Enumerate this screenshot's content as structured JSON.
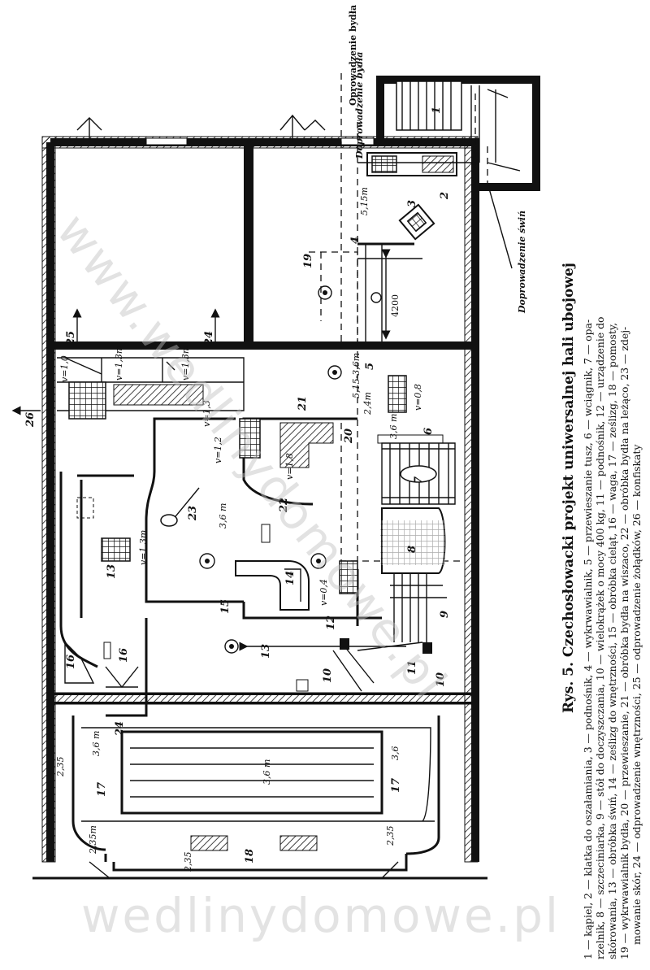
{
  "labels": {
    "stun": "Oprowadzenie bydła",
    "stun_top": "Doprowadzenie bydła",
    "pigs": "Doprowadzenie świń",
    "n1": "1",
    "n2": "2",
    "n3": "3",
    "n4": "4",
    "n5": "5",
    "n6": "6",
    "n7": "7",
    "n8": "8",
    "n9": "9",
    "n10a": "10",
    "n10b": "10",
    "n11": "11",
    "n12": "12",
    "n13a": "13",
    "n13b": "13",
    "n14": "14",
    "n15": "15",
    "n16a": "16",
    "n16b": "16",
    "n17a": "17",
    "n17b": "17",
    "n18": "18",
    "n19": "19",
    "n20": "20",
    "n21": "21",
    "n22": "22",
    "n23": "23",
    "n24a": "24",
    "n24b": "24",
    "n25": "25",
    "n26": "26",
    "h515": "5,15m",
    "h515_36": "5,15-3,6m",
    "h24": "2,4m",
    "h36a": "3,6 m",
    "h36b": "3,6 m",
    "h36c": "3,6 m",
    "h36d": "3,6 m",
    "h36e": "3,6",
    "h235a": "2,35",
    "h235b": "2,35m",
    "h235c": "2,35",
    "h235d": "2,35",
    "dim4200": "4200",
    "v10": "v=1,0",
    "v13a": "v=1,3m",
    "v13b": "v=1,3m",
    "v13c": "v=1,3",
    "v12": "v=1,2",
    "v18": "v=1,8",
    "v13d": "v=1,3m",
    "v04": "v=0,4",
    "v08": "v=0,8"
  },
  "caption": {
    "title": "Rys. 5. Czechosłowacki projekt uniwersalnej hali ubojowej",
    "line1": "1 — kąpiel, 2 — klatka do oszałamiania, 3 — podnośnik, 4 — wykrwawialnik, 5 — przewieszanie tusz, 6 — wciągnik, 7 — opa-",
    "line2": "rzelnik, 8 — szczeciniarka, 9 — stół do doczyszczania, 10 — wielokrążek o mocy 400 kg, 11 — podnośnik, 12 — urządzenie do",
    "line3": "skórowania, 13 — obróbka świń, 14 — ześlizg do wnętrzności, 15 — obróbka cieląt, 16 — waga, 17 — ześlizg, 18 — pomosty,",
    "line4": "19 — wykrwawialnik bydła, 20 — przewieszanie, 21 — obróbka bydła na wiszaco, 22 — obróbka bydła na leżąco, 23 — zdej-",
    "line5": "mowanie skór, 24 — odprowadzenie wnętrzności, 25 — odprowadzenie żołądków, 26 — konfiskaty"
  },
  "watermark": {
    "diag": "www.wedlinydomowe.pl",
    "bottom": "wedlinydomowe.pl"
  }
}
